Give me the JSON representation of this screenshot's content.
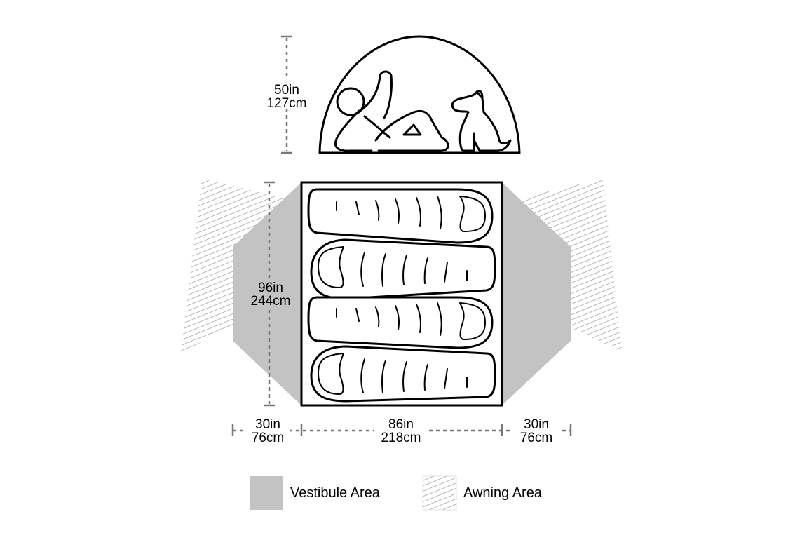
{
  "colors": {
    "vestibule": "#c3c3c3",
    "awning_stripe": "#8a8a8a",
    "dimension_line": "#777777",
    "outline": "#000000"
  },
  "dimensions": {
    "height": {
      "imperial": "50in",
      "metric": "127cm"
    },
    "length": {
      "imperial": "96in",
      "metric": "244cm"
    },
    "vestibule_left": {
      "imperial": "30in",
      "metric": "76cm"
    },
    "floor_width": {
      "imperial": "86in",
      "metric": "218cm"
    },
    "vestibule_right": {
      "imperial": "30in",
      "metric": "76cm"
    }
  },
  "legend": {
    "vestibule_label": "Vestibule Area",
    "awning_label": "Awning Area"
  },
  "icons": {
    "person": "person-lounging-icon",
    "dog": "dog-icon",
    "sleeping_bag": "sleeping-bag-icon"
  }
}
